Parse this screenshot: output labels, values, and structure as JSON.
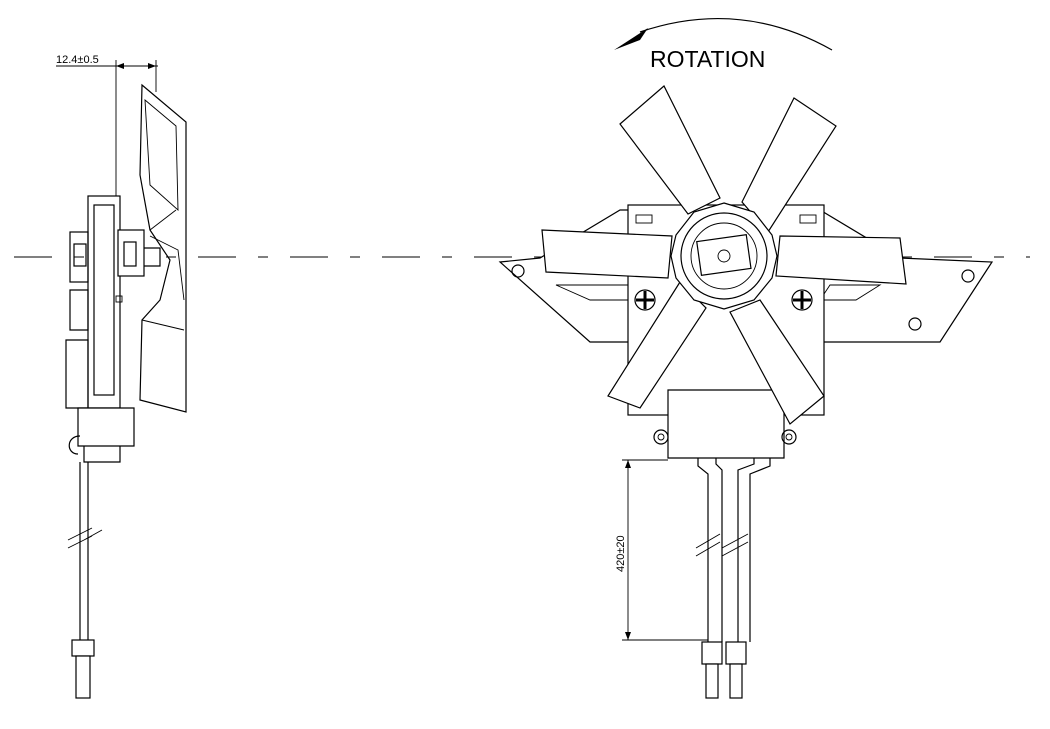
{
  "drawing": {
    "rotation_label": "ROTATION",
    "side_dimension": "12.4±0.5",
    "cable_dimension": "420±20"
  },
  "colors": {
    "line": "#000000",
    "background": "#ffffff"
  }
}
